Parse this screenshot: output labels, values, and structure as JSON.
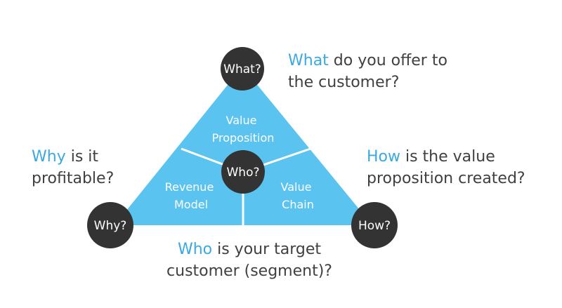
{
  "colors": {
    "triangle_fill": "#5bc3f0",
    "node_fill": "#333333",
    "keyword": "#3aa9e3",
    "body_text": "#404040",
    "divider": "#ffffff"
  },
  "segments": {
    "top": [
      "Value",
      "Proposition"
    ],
    "left": [
      "Revenue",
      "Model"
    ],
    "right": [
      "Value",
      "Chain"
    ]
  },
  "nodes": {
    "what": "What?",
    "who": "Who?",
    "why": "Why?",
    "how": "How?"
  },
  "questions": {
    "what": {
      "keyword": "What",
      "line1_rest": " do you offer to",
      "line2": "the customer?"
    },
    "why": {
      "keyword": "Why",
      "line1_rest": " is it",
      "line2": "profitable?"
    },
    "how": {
      "keyword": "How",
      "line1_rest": " is the value",
      "line2": "proposition created?"
    },
    "who": {
      "keyword": "Who",
      "line1_rest": " is your target",
      "line2": "customer (segment)?"
    }
  }
}
